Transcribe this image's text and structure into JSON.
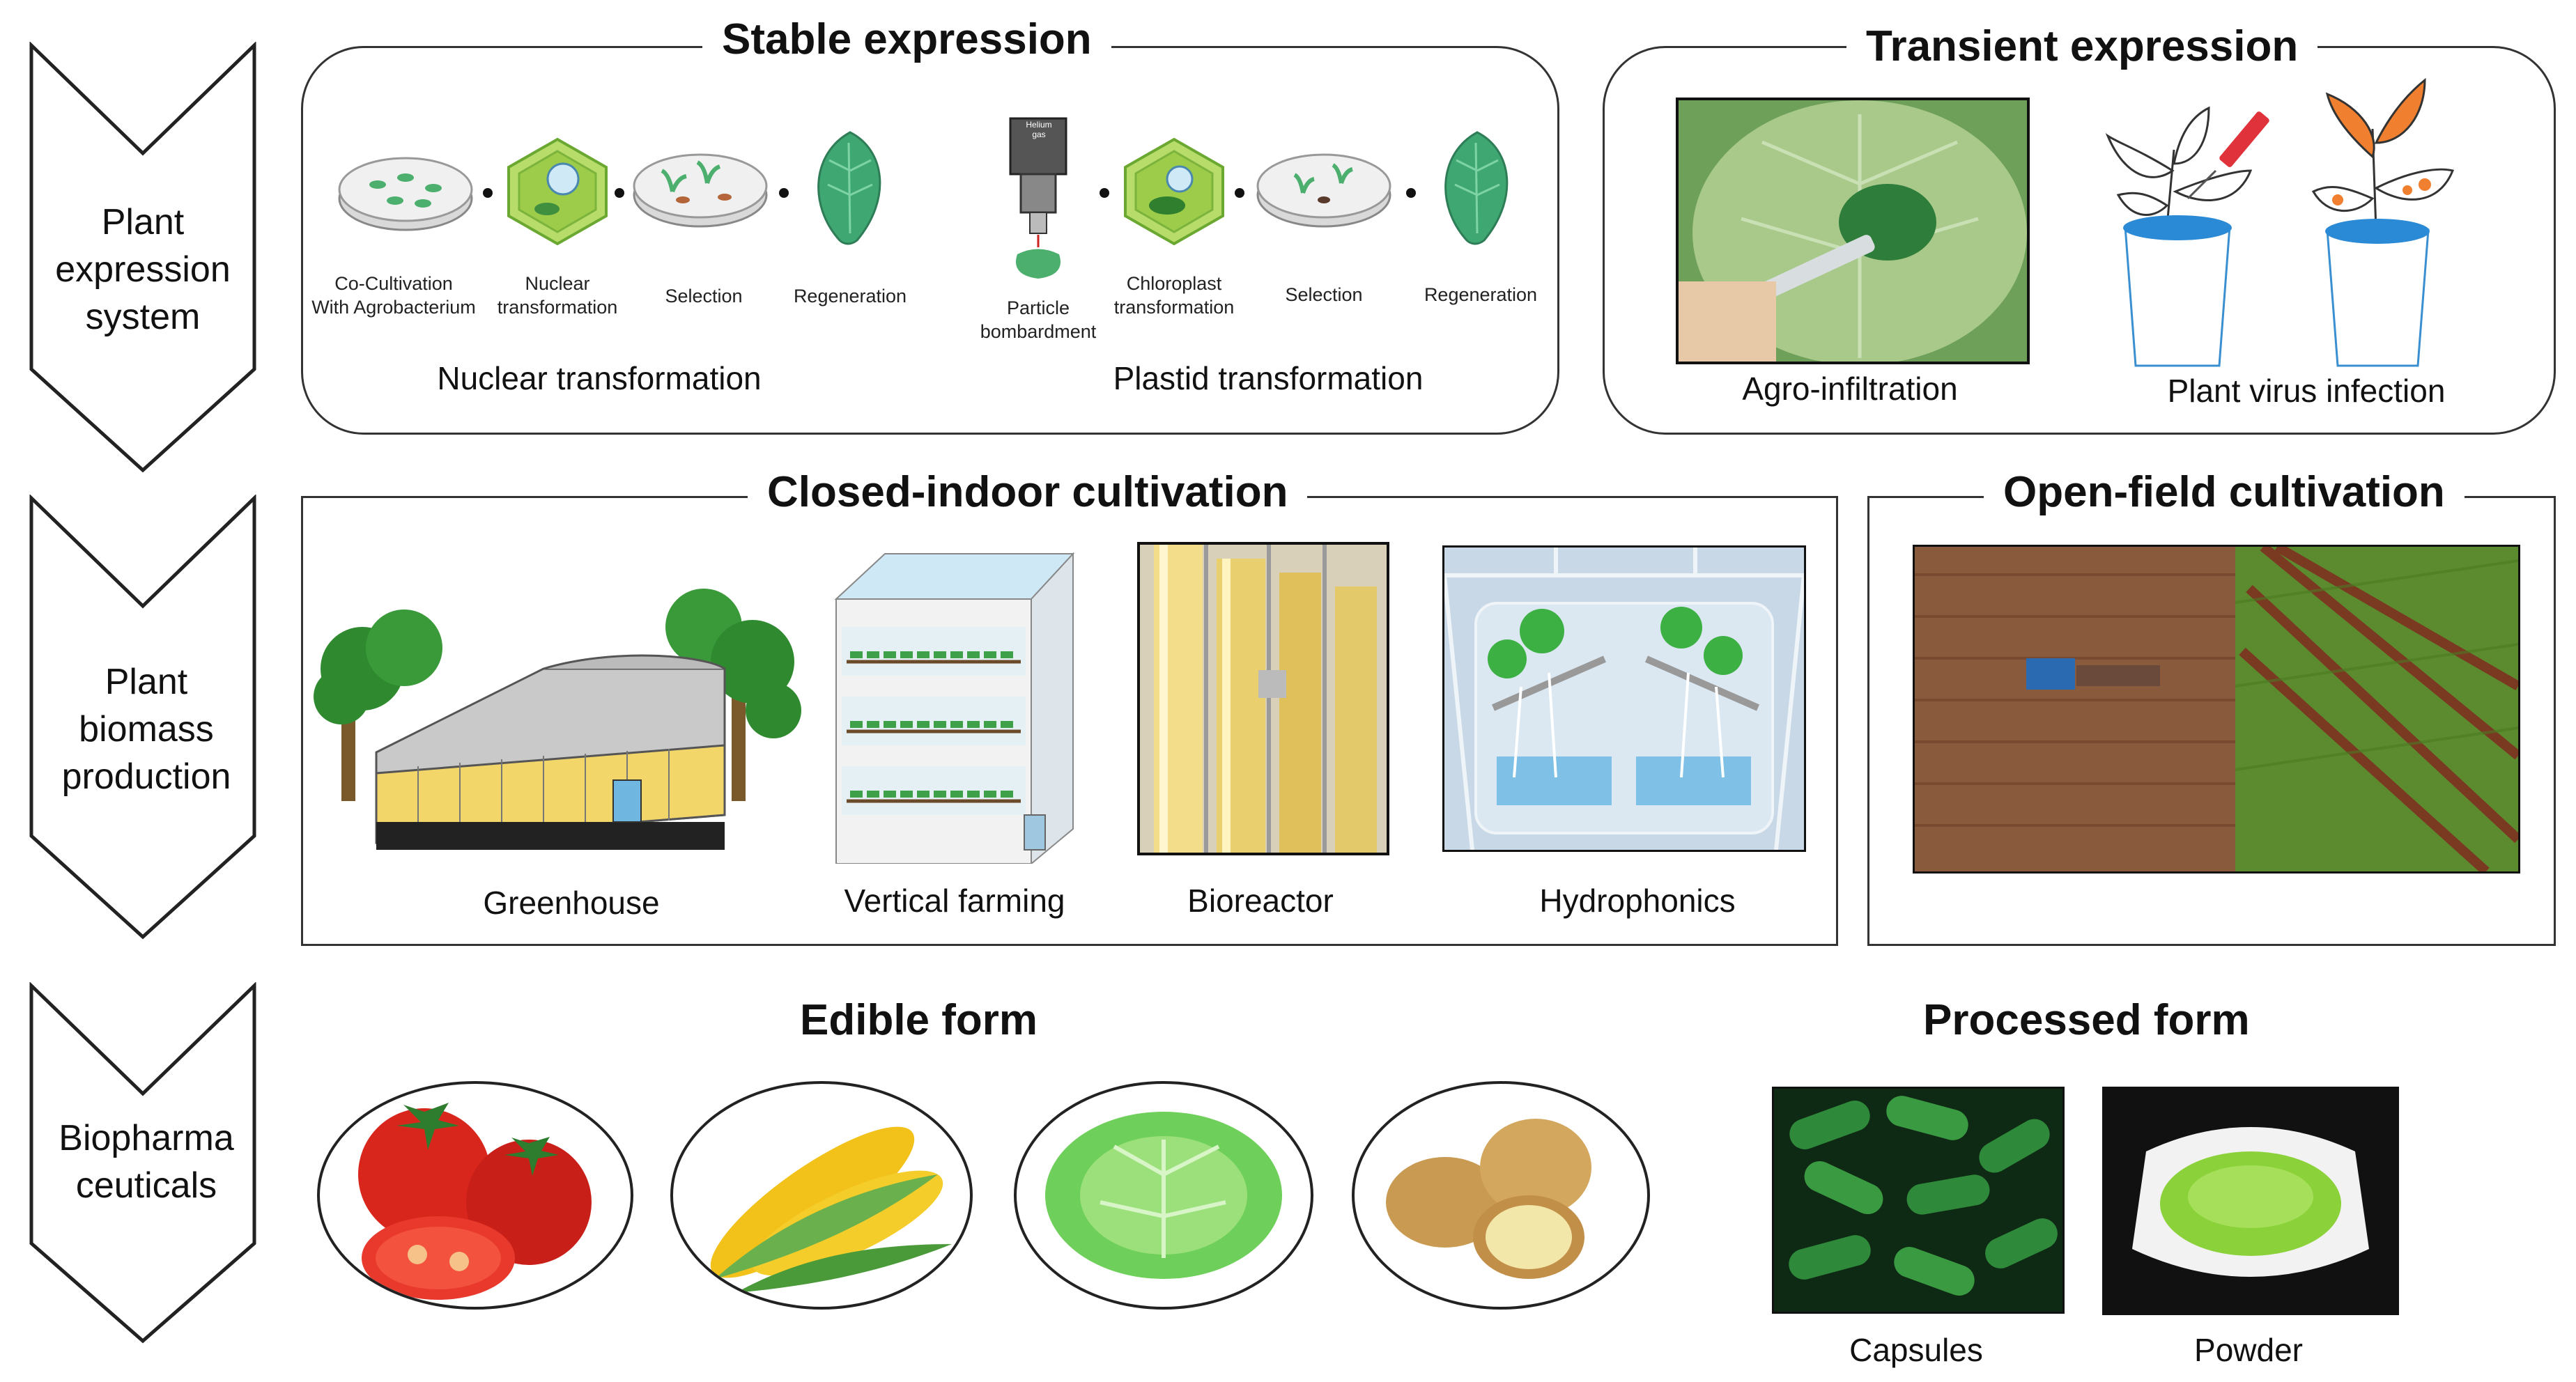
{
  "stages": [
    {
      "line1": "Plant",
      "line2": "expression",
      "line3": "system"
    },
    {
      "line1": "Plant",
      "line2": "biomass",
      "line3": "production"
    },
    {
      "line1": "Biopharma",
      "line2": "ceuticals"
    }
  ],
  "stable": {
    "title": "Stable expression",
    "nuclear": {
      "label": "Nuclear transformation",
      "steps": [
        {
          "line1": "Co-Cultivation",
          "line2": "With Agrobacterium"
        },
        {
          "line1": "Nuclear",
          "line2": "transformation"
        },
        {
          "line1": "Selection"
        },
        {
          "line1": "Regeneration"
        }
      ]
    },
    "plastid": {
      "label": "Plastid transformation",
      "gun_label": "Helium gas",
      "steps": [
        {
          "line1": "Particle",
          "line2": "bombardment"
        },
        {
          "line1": "Chloroplast",
          "line2": "transformation"
        },
        {
          "line1": "Selection"
        },
        {
          "line1": "Regeneration"
        }
      ]
    }
  },
  "transient": {
    "title": "Transient expression",
    "items": [
      "Agro-infiltration",
      "Plant virus infection"
    ]
  },
  "closed": {
    "title": "Closed-indoor cultivation",
    "items": [
      "Greenhouse",
      "Vertical farming",
      "Bioreactor",
      "Hydrophonics"
    ]
  },
  "open": {
    "title": "Open-field cultivation"
  },
  "edible": {
    "title": "Edible form"
  },
  "processed": {
    "title": "Processed form",
    "items": [
      "Capsules",
      "Powder"
    ]
  },
  "colors": {
    "leaf_green": "#4caf6e",
    "cell_green": "#9ccc4a",
    "soil_brown": "#8a5a3c",
    "pot_blue": "#2a8ad6",
    "tomato_red": "#d8261c",
    "corn_yellow": "#f2c21a"
  }
}
